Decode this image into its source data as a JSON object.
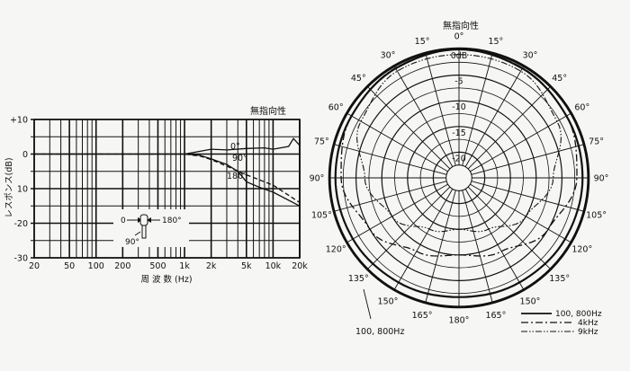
{
  "chart_data": [
    {
      "type": "line",
      "title": "無指向性",
      "ylabel": "レスポンス(dB)",
      "xlabel": "周 波 数 (Hz)",
      "x_scale": "log",
      "xlim": [
        20,
        20000
      ],
      "ylim": [
        -30,
        10
      ],
      "x_tick_labels": [
        "20",
        "50",
        "100",
        "200",
        "500",
        "1k",
        "2k",
        "5k",
        "10k",
        "20k"
      ],
      "x_tick_values": [
        20,
        50,
        100,
        200,
        500,
        1000,
        2000,
        5000,
        10000,
        20000
      ],
      "y_tick_labels": [
        "+10",
        "0",
        "10",
        "-20",
        "-30"
      ],
      "y_tick_values": [
        10,
        0,
        -10,
        -20,
        -30
      ],
      "grid": true,
      "series": [
        {
          "name": "0°",
          "style": "solid",
          "x": [
            20,
            50,
            100,
            200,
            500,
            1000,
            1500,
            2000,
            3000,
            5000,
            8000,
            10000,
            15000,
            17000,
            20000
          ],
          "y": [
            0,
            0,
            0,
            0,
            0,
            0,
            0.8,
            1.4,
            1.2,
            1.6,
            1.8,
            1.4,
            2.2,
            4.5,
            2.5
          ]
        },
        {
          "name": "90°",
          "style": "dash",
          "x": [
            20,
            100,
            500,
            1000,
            1500,
            2000,
            3000,
            5000,
            10000,
            20000
          ],
          "y": [
            0,
            0,
            0,
            0,
            -0.6,
            -1.6,
            -3.5,
            -6,
            -9,
            -14
          ]
        },
        {
          "name": "180°",
          "style": "solid",
          "x": [
            1000,
            1500,
            2000,
            3000,
            4000,
            5000,
            7000,
            10000,
            20000
          ],
          "y": [
            0,
            -0.4,
            -1.4,
            -3,
            -5,
            -8,
            -9.6,
            -11,
            -15
          ]
        }
      ],
      "inset_labels": {
        "front": "0",
        "side": "90°",
        "rear": "180°"
      }
    },
    {
      "type": "polar",
      "title": "無指向性",
      "r_unit": "dB",
      "r_tick_labels": [
        "0dB",
        "-5",
        "-10",
        "-15",
        "-20"
      ],
      "r_tick_values": [
        0,
        -5,
        -10,
        -15,
        -20
      ],
      "r_range": [
        -25,
        0
      ],
      "angle_labels": [
        "0°",
        "15°",
        "30°",
        "45°",
        "60°",
        "75°",
        "90°",
        "105°",
        "120°",
        "135°",
        "150°",
        "165°",
        "180°",
        "165°",
        "150°",
        "135°",
        "120°",
        "105°",
        "90°",
        "75°",
        "60°",
        "45°",
        "30°",
        "15°"
      ],
      "grid": true,
      "series": [
        {
          "name": "100, 800Hz",
          "style": "solid",
          "theta": [
            0,
            30,
            60,
            90,
            120,
            150,
            180
          ],
          "r": [
            0,
            -0.4,
            -0.9,
            -1,
            -1.2,
            -1.5,
            -1.8
          ]
        },
        {
          "name": "4kHz",
          "style": "dash-dot",
          "theta": [
            0,
            30,
            60,
            90,
            120,
            150,
            180
          ],
          "r": [
            0,
            -0.3,
            -0.9,
            -2.1,
            -5,
            -8.5,
            -10
          ]
        },
        {
          "name": "9kHz",
          "style": "dash-dot-dot",
          "theta": [
            0,
            30,
            60,
            90,
            120,
            150,
            180
          ],
          "r": [
            -1,
            -1,
            -3,
            -6.7,
            -10,
            -13.5,
            -15
          ]
        }
      ],
      "legend": [
        "100, 800Hz",
        "4kHz",
        "9kHz"
      ],
      "legend_position": "bottom-right",
      "annotation": "100, 800Hz"
    }
  ]
}
